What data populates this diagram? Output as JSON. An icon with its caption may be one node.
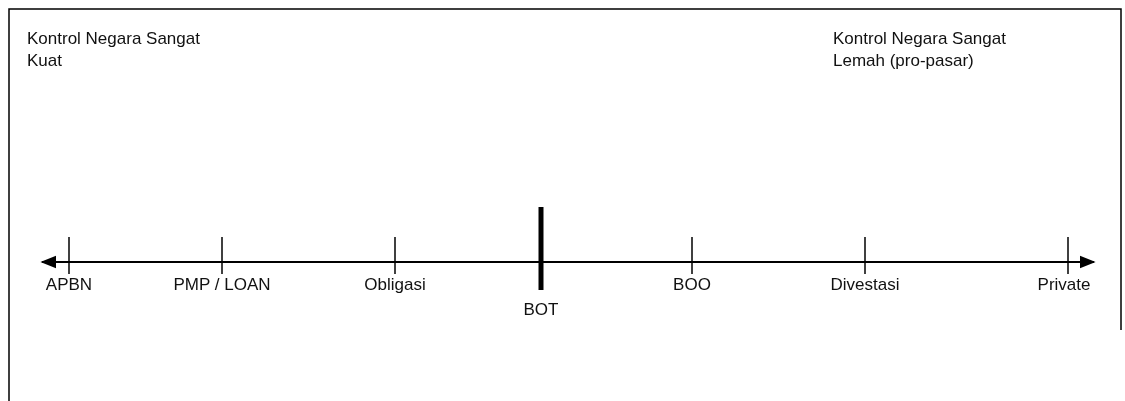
{
  "diagram": {
    "labels": [
      "Kontrol Negara Sangat Kuat",
      "Kontrol Negara Sangat Lemah (pro-pasar)",
      "APBN",
      "PMP / LOAN",
      "Obligasi",
      "BOO",
      "Divestasi",
      "Private",
      "BOT"
    ]
  }
}
